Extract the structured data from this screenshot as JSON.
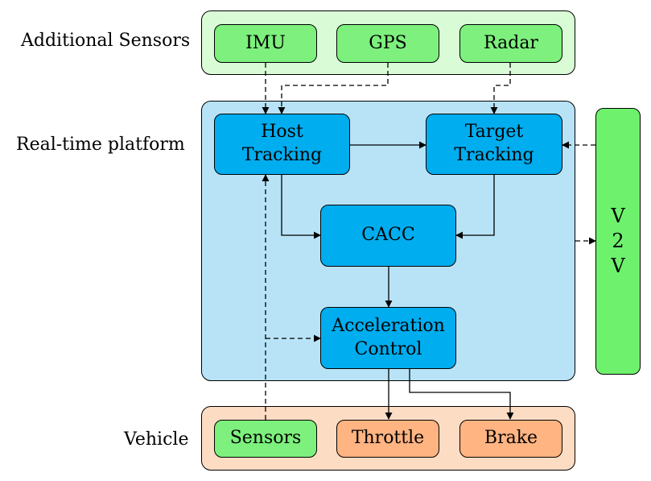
{
  "labels": {
    "additional_sensors": "Additional Sensors",
    "realtime_platform": "Real-time platform",
    "vehicle": "Vehicle"
  },
  "nodes": {
    "imu": "IMU",
    "gps": "GPS",
    "radar": "Radar",
    "host_tracking_line1": "Host",
    "host_tracking_line2": "Tracking",
    "target_tracking_line1": "Target",
    "target_tracking_line2": "Tracking",
    "cacc": "CACC",
    "accel_line1": "Acceleration",
    "accel_line2": "Control",
    "sensors": "Sensors",
    "throttle": "Throttle",
    "brake": "Brake",
    "v2v_1": "V",
    "v2v_2": "2",
    "v2v_3": "V"
  },
  "colors": {
    "sensor_panel": "#d9fcd6",
    "platform_panel": "#b8e3f7",
    "vehicle_panel": "#fddcc4",
    "green_node": "#7df07d",
    "blue_node": "#00adef",
    "orange_node": "#ffb482"
  }
}
